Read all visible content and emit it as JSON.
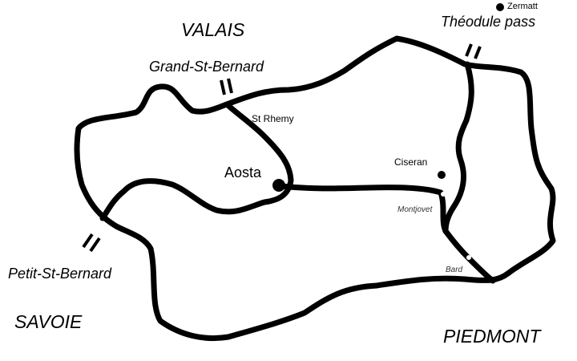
{
  "regions": {
    "valais": "VALAIS",
    "savoie": "SAVOIE",
    "piedmont": "PIEDMONT"
  },
  "passes": {
    "grand_st_bernard": "Grand-St-Bernard",
    "theodule": "Théodule pass",
    "petit_st_bernard": "Petit-St-Bernard"
  },
  "towns": {
    "aosta": "Aosta",
    "st_rhemy": "St Rhemy",
    "ciseran": "Ciseran",
    "montjovet": "Montjovet",
    "bard": "Bard",
    "zermatt": "Zermatt"
  },
  "colors": {
    "route": "#000000"
  }
}
